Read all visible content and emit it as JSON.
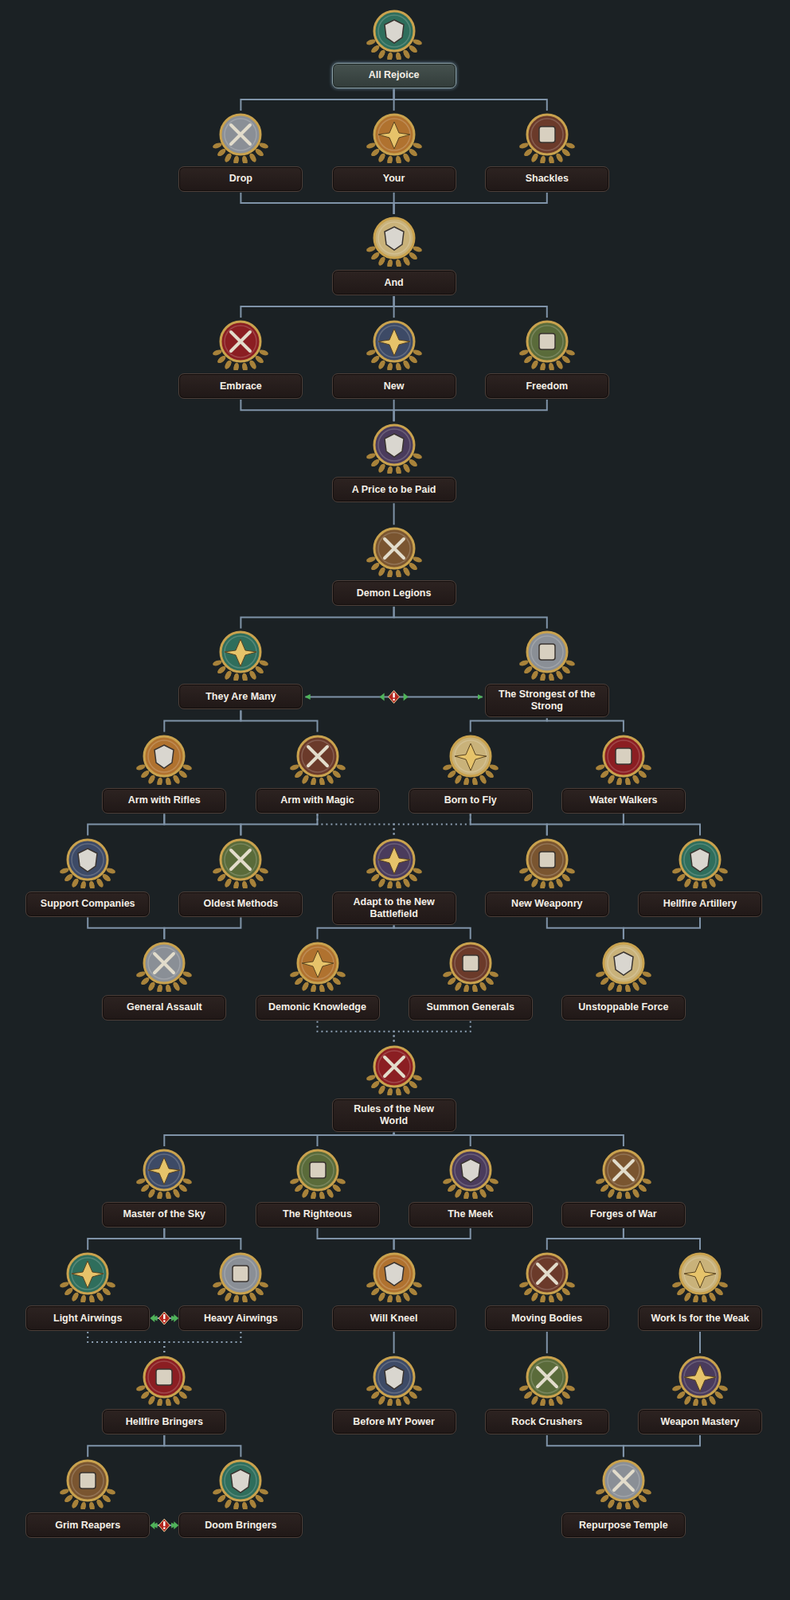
{
  "diagram": {
    "nodes": [
      {
        "text": [
          "All Rejoice"
        ]
      },
      {
        "text": [
          "Drop"
        ]
      },
      {
        "text": [
          "Your"
        ]
      },
      {
        "text": [
          "Shackles"
        ]
      },
      {
        "text": [
          "And"
        ]
      },
      {
        "text": [
          "Embrace"
        ]
      },
      {
        "text": [
          "New"
        ]
      },
      {
        "text": [
          "Freedom"
        ]
      },
      {
        "text": [
          "A Price to be Paid"
        ]
      },
      {
        "text": [
          "Demon Legions"
        ]
      },
      {
        "text": [
          "They Are Many"
        ]
      },
      {
        "text": [
          "The Strongest of the Strong"
        ]
      },
      {
        "text": [
          "Arm with Rifles"
        ]
      },
      {
        "text": [
          "Arm with Magic"
        ]
      },
      {
        "text": [
          "Born to Fly"
        ]
      },
      {
        "text": [
          "Water Walkers"
        ]
      },
      {
        "text": [
          "Support Companies"
        ]
      },
      {
        "text": [
          "Oldest Methods"
        ]
      },
      {
        "text": [
          "Adapt to the New Battlefield"
        ]
      },
      {
        "text": [
          "New Weaponry"
        ]
      },
      {
        "text": [
          "Hellfire Artillery"
        ]
      },
      {
        "text": [
          "General Assault"
        ]
      },
      {
        "text": [
          "Demonic Knowledge"
        ]
      },
      {
        "text": [
          "Summon Generals"
        ]
      },
      {
        "text": [
          "Unstoppable Force"
        ]
      },
      {
        "text": [
          "Rules of the New World"
        ]
      },
      {
        "text": [
          "Master of the Sky"
        ]
      },
      {
        "text": [
          "The Righteous"
        ]
      },
      {
        "text": [
          "The Meek"
        ]
      },
      {
        "text": [
          "Forges of War"
        ]
      },
      {
        "text": [
          "Light Airwings"
        ]
      },
      {
        "text": [
          "Heavy Airwings"
        ]
      },
      {
        "text": [
          "Will Kneel"
        ]
      },
      {
        "text": [
          "Moving Bodies"
        ]
      },
      {
        "text": [
          "Work Is for the Weak"
        ]
      },
      {
        "text": [
          "Hellfire Bringers"
        ]
      },
      {
        "text": [
          "Before MY Power"
        ]
      },
      {
        "text": [
          "Rock Crushers"
        ]
      },
      {
        "text": [
          "Weapon Mastery"
        ]
      },
      {
        "text": [
          "Grim Reapers"
        ]
      },
      {
        "text": [
          "Doom Bringers"
        ]
      },
      {
        "text": [
          "Repurpose Temple"
        ]
      }
    ],
    "edges": [
      {
        "from": 0,
        "to": 1,
        "arrow": "none"
      },
      {
        "from": 0,
        "to": 2,
        "arrow": "none"
      },
      {
        "from": 0,
        "to": 3,
        "arrow": "none"
      },
      {
        "from": 1,
        "to": 4,
        "arrow": "none"
      },
      {
        "from": 2,
        "to": 4,
        "arrow": "none"
      },
      {
        "from": 3,
        "to": 4,
        "arrow": "none"
      },
      {
        "from": 4,
        "to": 5,
        "arrow": "none"
      },
      {
        "from": 4,
        "to": 6,
        "arrow": "none"
      },
      {
        "from": 4,
        "to": 7,
        "arrow": "none"
      },
      {
        "from": 5,
        "to": 8,
        "arrow": "none"
      },
      {
        "from": 6,
        "to": 8,
        "arrow": "none"
      },
      {
        "from": 7,
        "to": 8,
        "arrow": "none"
      },
      {
        "from": 8,
        "to": 9,
        "arrow": "none"
      },
      {
        "from": 9,
        "to": 10,
        "arrow": "none"
      },
      {
        "from": 9,
        "to": 11,
        "arrow": "none"
      },
      {
        "from": 10,
        "to": 11,
        "arrow": "both"
      },
      {
        "from": 10,
        "to": 12,
        "arrow": "none"
      },
      {
        "from": 10,
        "to": 13,
        "arrow": "none"
      },
      {
        "from": 11,
        "to": 14,
        "arrow": "none"
      },
      {
        "from": 11,
        "to": 15,
        "arrow": "none"
      },
      {
        "from": 12,
        "to": 16,
        "arrow": "none"
      },
      {
        "from": 12,
        "to": 17,
        "arrow": "none"
      },
      {
        "from": 13,
        "to": 17,
        "arrow": "none"
      },
      {
        "from": 13,
        "to": 18,
        "arrow": "none"
      },
      {
        "from": 14,
        "to": 18,
        "arrow": "none"
      },
      {
        "from": 14,
        "to": 19,
        "arrow": "none"
      },
      {
        "from": 15,
        "to": 19,
        "arrow": "none"
      },
      {
        "from": 15,
        "to": 20,
        "arrow": "none"
      },
      {
        "from": 16,
        "to": 21,
        "arrow": "none"
      },
      {
        "from": 17,
        "to": 21,
        "arrow": "none"
      },
      {
        "from": 18,
        "to": 22,
        "arrow": "none"
      },
      {
        "from": 18,
        "to": 23,
        "arrow": "none"
      },
      {
        "from": 19,
        "to": 24,
        "arrow": "none"
      },
      {
        "from": 20,
        "to": 24,
        "arrow": "none"
      },
      {
        "from": 22,
        "to": 25,
        "arrow": "none"
      },
      {
        "from": 23,
        "to": 25,
        "arrow": "none"
      },
      {
        "from": 25,
        "to": 26,
        "arrow": "none"
      },
      {
        "from": 25,
        "to": 27,
        "arrow": "none"
      },
      {
        "from": 25,
        "to": 28,
        "arrow": "none"
      },
      {
        "from": 25,
        "to": 29,
        "arrow": "none"
      },
      {
        "from": 26,
        "to": 30,
        "arrow": "none"
      },
      {
        "from": 26,
        "to": 31,
        "arrow": "none"
      },
      {
        "from": 30,
        "to": 31,
        "arrow": "both"
      },
      {
        "from": 27,
        "to": 32,
        "arrow": "none"
      },
      {
        "from": 28,
        "to": 32,
        "arrow": "none"
      },
      {
        "from": 29,
        "to": 33,
        "arrow": "none"
      },
      {
        "from": 29,
        "to": 34,
        "arrow": "none"
      },
      {
        "from": 30,
        "to": 35,
        "arrow": "none"
      },
      {
        "from": 31,
        "to": 35,
        "arrow": "none"
      },
      {
        "from": 32,
        "to": 36,
        "arrow": "none"
      },
      {
        "from": 33,
        "to": 37,
        "arrow": "none"
      },
      {
        "from": 34,
        "to": 38,
        "arrow": "none"
      },
      {
        "from": 35,
        "to": 39,
        "arrow": "none"
      },
      {
        "from": 35,
        "to": 40,
        "arrow": "none"
      },
      {
        "from": 39,
        "to": 40,
        "arrow": "both"
      },
      {
        "from": 37,
        "to": 41,
        "arrow": "none"
      },
      {
        "from": 38,
        "to": 41,
        "arrow": "none"
      }
    ]
  }
}
